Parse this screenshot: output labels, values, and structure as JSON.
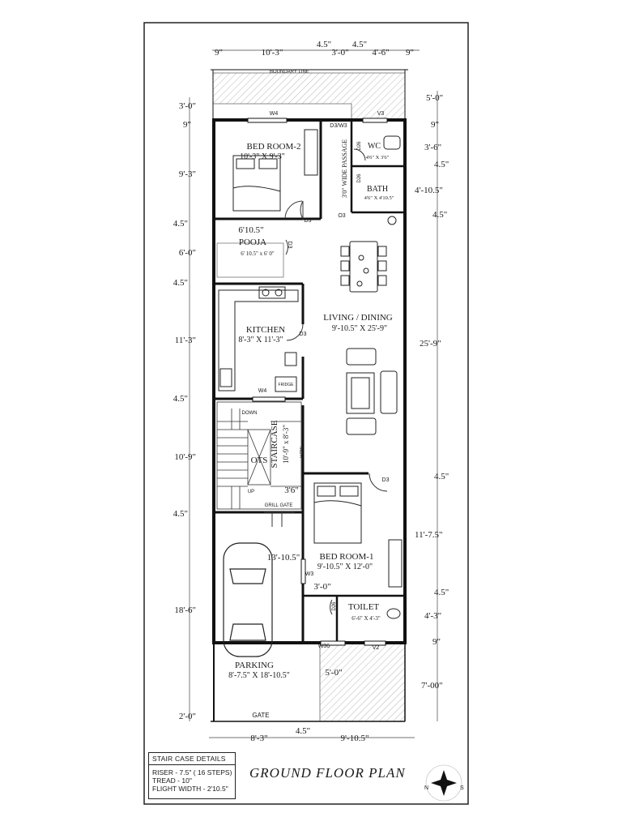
{
  "plan_title": "GROUND  FLOOR PLAN",
  "stair_details": {
    "heading": "STAIR CASE DETAILS",
    "riser": "RISER - 7.5\" ( 16 STEPS)",
    "tread": "TREAD - 10\"",
    "flight": "FLIGHT WIDTH - 2'10.5\""
  },
  "rooms": {
    "bedroom2": {
      "name": "BED ROOM-2",
      "size": "10'-3\" X 9'-3\""
    },
    "pooja": {
      "name": "POOJA",
      "size": "6' 10.5\" x 6' 0\""
    },
    "kitchen": {
      "name": "KITCHEN",
      "size": "8'-3\" X 11'-3\""
    },
    "staircase": {
      "name": "STAIRCASE",
      "size": "10'-9\" x 8'-3\""
    },
    "ots": "OTS",
    "living": {
      "name": "LIVING / DINING",
      "size": "9'-10.5\" X 25'-9\""
    },
    "bedroom1": {
      "name": "BED ROOM-1",
      "size": "9'-10.5\" X 12'-0\""
    },
    "toilet": {
      "name": "TOILET",
      "size": "6'-6\" X 4'-3\""
    },
    "parking": {
      "name": "PARKING",
      "size": "8'-7.5\" X 18'-10.5\""
    },
    "wc": {
      "name": "WC",
      "size": "4'6\" X 3'6\""
    },
    "bath": {
      "name": "BATH",
      "size": "4'6\" X 4'10.5\""
    },
    "passage": "3'0\" WIDE PASSAGE"
  },
  "labels": {
    "boundary": "BOUNDARY LINE",
    "gate": "GATE",
    "grill_gate": "GRILL GATE",
    "down": "DOWN",
    "up": "UP",
    "mdh": "MDH",
    "fridge": "FRIDGE",
    "w4a": "W4",
    "w4b": "W4",
    "w3": "W3",
    "w36": "W36",
    "v3": "V3",
    "v2": "V2",
    "d3a": "D3",
    "d3b": "D3",
    "d3c": "D3",
    "d3d": "D3",
    "d3w3": "D3/W3",
    "o3": "O3",
    "d26a": "D26",
    "d26b": "D26",
    "d26c": "D26",
    "bed_dim": "6'10.5\"",
    "stair_w": "3'6\"",
    "park_dim": "13'-10.5\"",
    "bed1_dim": "3'-0\"",
    "front_dim": "5'-0\""
  },
  "top_dims": [
    "9\"",
    "10'-3\"",
    "4.5\"",
    "3'-0\"",
    "4.5\"",
    "4'-6\"",
    "9\""
  ],
  "bottom_dims": [
    "8'-3\"",
    "4.5\"",
    "9'-10.5\""
  ],
  "left_dims": [
    "3'-0\"",
    "9\"",
    "9'-3\"",
    "4.5\"",
    "6'-0\"",
    "4.5\"",
    "11'-3\"",
    "4.5\"",
    "10'-9\"",
    "4.5\"",
    "18'-6\"",
    "2'-0\""
  ],
  "right_dims": [
    "5'-0\"",
    "9\"",
    "3'-6\"",
    "4.5\"",
    "4'-10.5\"",
    "4.5\"",
    "25'-9\"",
    "4.5\"",
    "11'-7.5\"",
    "4.5\"",
    "4'-3\"",
    "9\"",
    "7'-00\""
  ],
  "compass": {
    "n": "N",
    "s": "S"
  }
}
